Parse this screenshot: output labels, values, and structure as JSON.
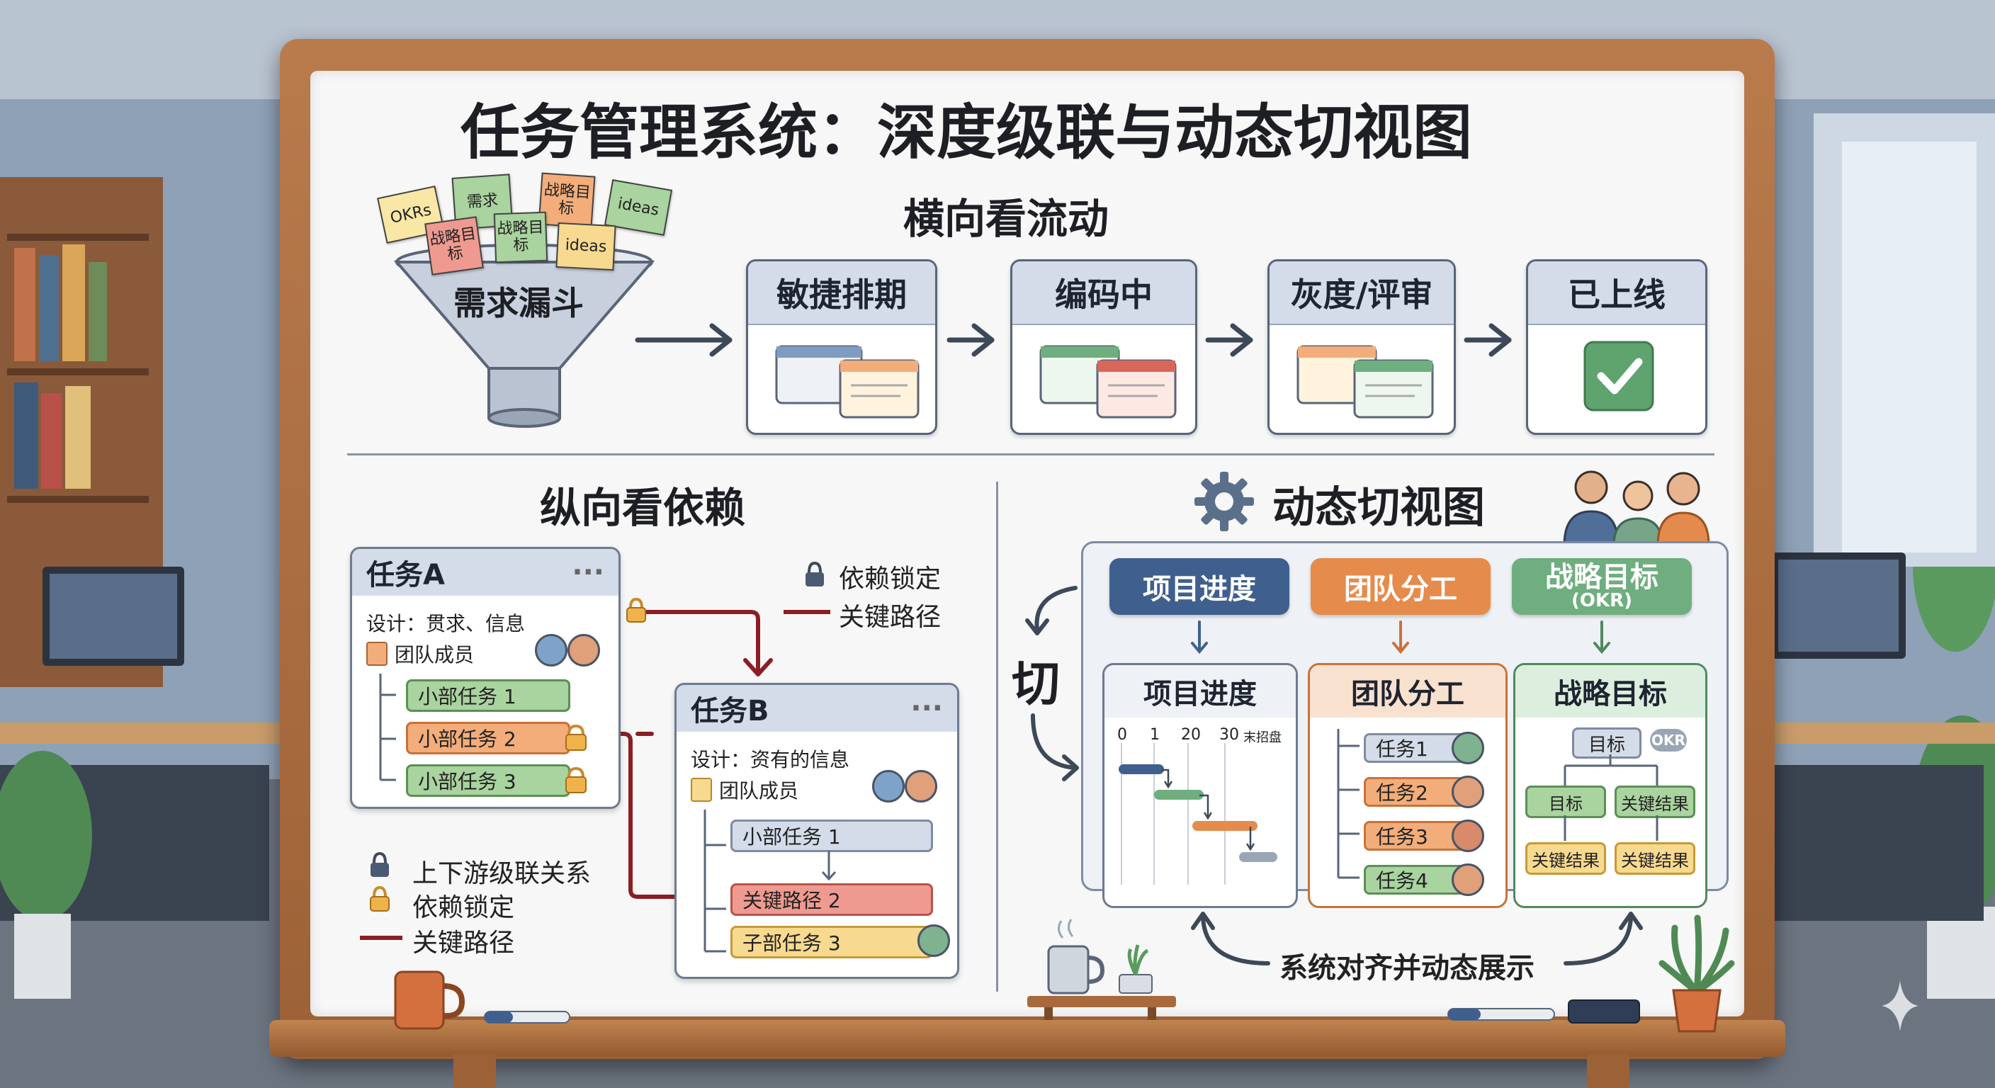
{
  "title": "任务管理系统：深度级联与动态切视图",
  "flow": {
    "heading": "横向看流动",
    "funnel_label": "需求漏斗",
    "notes": [
      "OKRs",
      "需求",
      "战略目标",
      "ideas",
      "战略目标",
      "战略目标",
      "ideas"
    ],
    "stages": [
      "敏捷排期",
      "编码中",
      "灰度/评审",
      "已上线"
    ]
  },
  "deps": {
    "heading": "纵向看依赖",
    "taskA": {
      "title": "任务A",
      "menu": "···",
      "design": "设计：贯求、信息",
      "team": "团队成员",
      "subtasks": [
        "小部任务 1",
        "小部任务 2",
        "小部任务 3"
      ]
    },
    "taskB": {
      "title": "任务B",
      "menu": "···",
      "design": "设计：资有的信息",
      "team": "团队成员",
      "subtasks": [
        "小部任务 1",
        "关键路径 2",
        "子部任务 3"
      ]
    },
    "legend_top": [
      "依赖锁定",
      "关键路径"
    ],
    "legend_bottom": [
      "上下游级联关系",
      "依赖锁定",
      "关键路径"
    ]
  },
  "views": {
    "heading": "动态切视图",
    "switch_label": "切",
    "tabs": [
      "项目进度",
      "团队分工",
      "战略目标",
      "(OKR)"
    ],
    "gantt": {
      "title": "项目进度",
      "ticks": [
        "0",
        "1",
        "20",
        "30",
        "末招盘"
      ]
    },
    "team": {
      "title": "团队分工",
      "tasks": [
        "任务1",
        "任务2",
        "任务3",
        "任务4"
      ]
    },
    "okr": {
      "title": "战略目标",
      "root": "目标",
      "badge": "OKR",
      "level2": [
        "目标",
        "关键结果"
      ],
      "level3": [
        "关键结果",
        "关键结果"
      ]
    },
    "footer": "系统对齐并动态展示"
  },
  "colors": {
    "blue_tab": "#3f5f8f",
    "orange_tab": "#e58b4c",
    "green_tab": "#6fae7f",
    "critical_path": "#8b1e24"
  }
}
